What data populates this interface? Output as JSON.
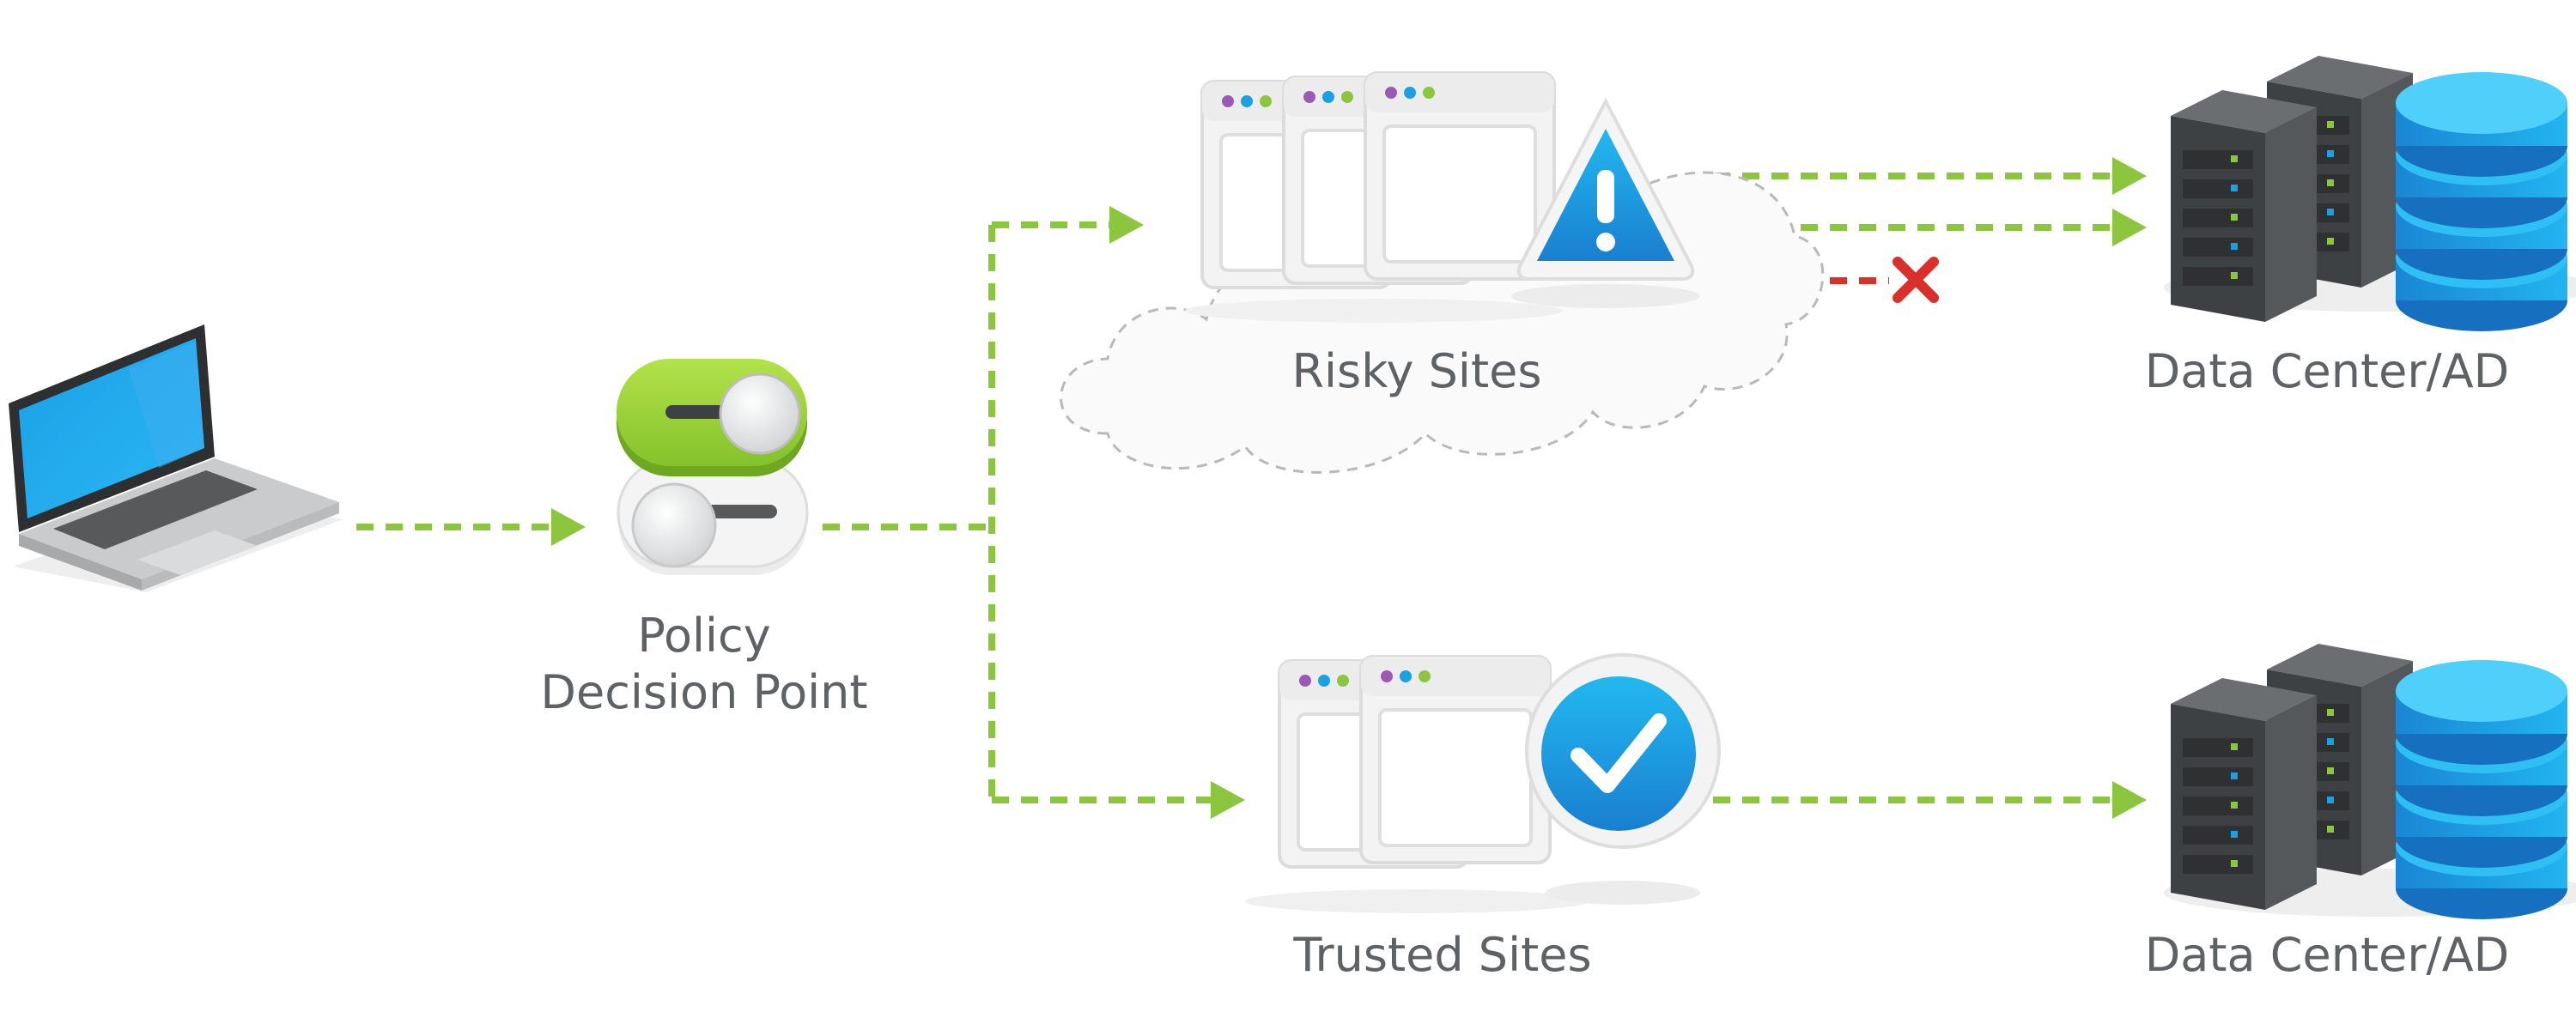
{
  "diagram": {
    "labels": {
      "policy_line1": "Policy",
      "policy_line2": "Decision Point",
      "risky_sites": "Risky Sites",
      "trusted_sites": "Trusted Sites",
      "datacenter_top": "Data Center/AD",
      "datacenter_bottom": "Data Center/AD"
    },
    "colors": {
      "allowed_path": "#8cc63f",
      "blocked_path": "#d9302c",
      "label_text": "#5f6264",
      "accent_blue": "#1ba1e2",
      "toggle_green": "#9bd23a"
    },
    "icons": {
      "device": "laptop-icon",
      "policy": "toggle-switch-icon",
      "risk": "warning-triangle-icon",
      "trust": "checkmark-badge-icon",
      "blocked": "x-mark-icon",
      "server": "server-rack-icon",
      "database": "database-icon"
    }
  }
}
